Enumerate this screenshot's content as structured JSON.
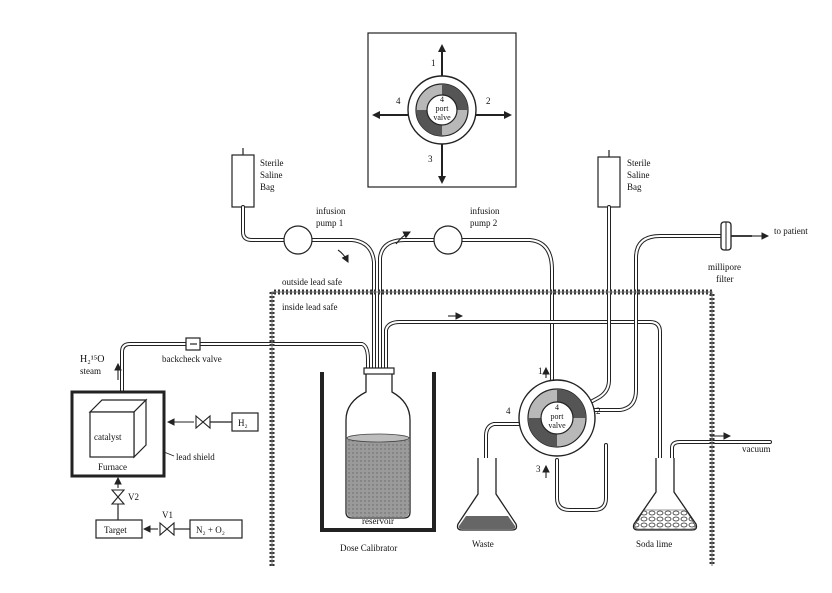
{
  "inset": {
    "valve_label": [
      "4",
      "port",
      "valve"
    ],
    "port_numbers": [
      "1",
      "2",
      "3",
      "4"
    ]
  },
  "bags": {
    "left": [
      "Sterile",
      "Saline",
      "Bag"
    ],
    "right": [
      "Sterile",
      "Saline",
      "Bag"
    ]
  },
  "pumps": {
    "pump1": [
      "infusion",
      "pump 1"
    ],
    "pump2": [
      "infusion",
      "pump 2"
    ]
  },
  "labels": {
    "outside_lead_safe": "outside lead safe",
    "inside_lead_safe": "inside lead safe",
    "backcheck_valve": "backcheck valve",
    "h2o_steam_formula": "H₂¹⁵O",
    "h2o_steam_word": "steam",
    "catalyst": "catalyst",
    "furnace": "Furnace",
    "lead_shield": "lead shield",
    "h2": "H₂",
    "v1": "V1",
    "v2": "V2",
    "target": "Target",
    "n2_o2": "N₂ + O₂",
    "reservoir": "reservoir",
    "dose_calibrator": "Dose Calibrator",
    "waste": "Waste",
    "soda_lime": "Soda lime",
    "vacuum": "vacuum",
    "to_patient": "to patient",
    "millipore_filter": [
      "millipore",
      "filter"
    ]
  },
  "main_valve": {
    "valve_label": [
      "4",
      "port",
      "valve"
    ],
    "port_numbers": [
      "1",
      "2",
      "3",
      "4"
    ]
  }
}
